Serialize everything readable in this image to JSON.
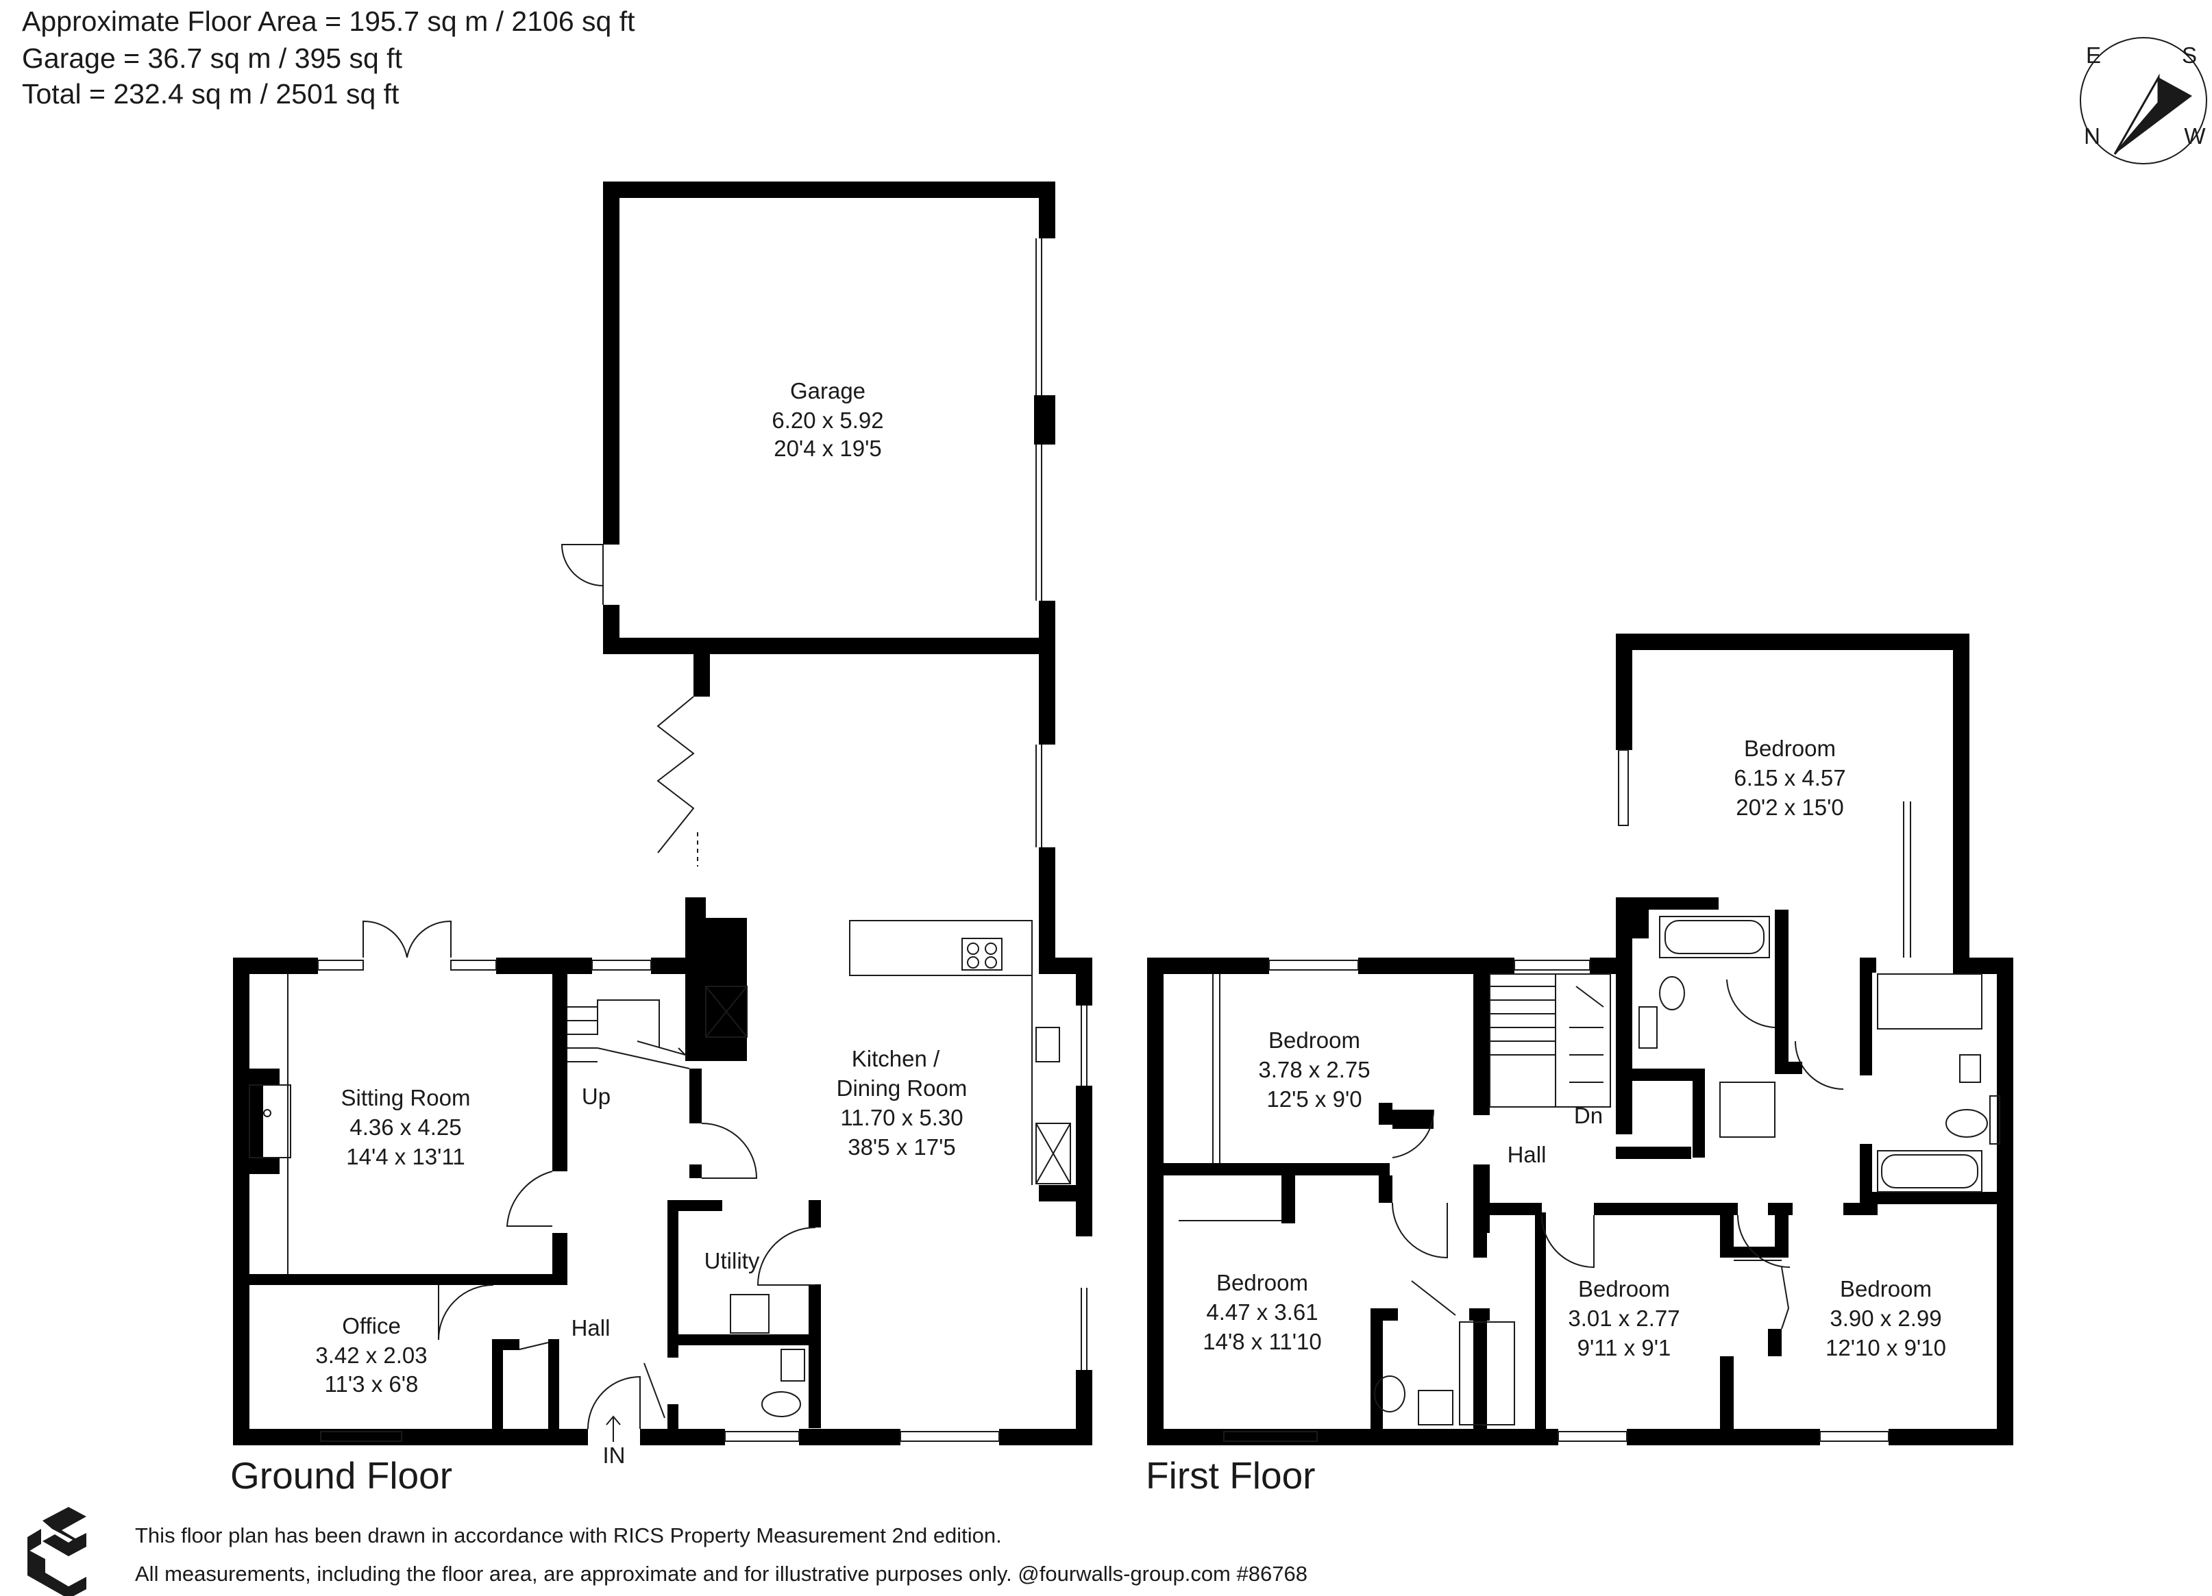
{
  "areas": {
    "approx_floor_area": "Approximate Floor Area = 195.7 sq m / 2106 sq ft",
    "garage": "Garage = 36.7 sq m / 395 sq ft",
    "total": "Total = 232.4 sq m / 2501 sq ft"
  },
  "compass": {
    "e": "E",
    "s": "S",
    "n": "N",
    "w": "W"
  },
  "ground_floor": {
    "label": "Ground Floor",
    "entrance": "IN",
    "stairs": "Up",
    "rooms": {
      "garage": {
        "name": "Garage",
        "metric": "6.20 x 5.92",
        "imperial": "20'4 x 19'5"
      },
      "kitchen": {
        "name1": "Kitchen /",
        "name2": "Dining Room",
        "metric": "11.70 x 5.30",
        "imperial": "38'5 x 17'5"
      },
      "sitting": {
        "name": "Sitting Room",
        "metric": "4.36 x 4.25",
        "imperial": "14'4 x 13'11"
      },
      "office": {
        "name": "Office",
        "metric": "3.42 x 2.03",
        "imperial": "11'3 x 6'8"
      },
      "utility": {
        "name": "Utility"
      },
      "hall": {
        "name": "Hall"
      }
    }
  },
  "first_floor": {
    "label": "First Floor",
    "stairs": "Dn",
    "rooms": {
      "bed_main": {
        "name": "Bedroom",
        "metric": "6.15 x 4.57",
        "imperial": "20'2 x 15'0"
      },
      "bed_2": {
        "name": "Bedroom",
        "metric": "3.78 x 2.75",
        "imperial": "12'5 x 9'0"
      },
      "bed_3": {
        "name": "Bedroom",
        "metric": "4.47 x 3.61",
        "imperial": "14'8 x 11'10"
      },
      "bed_4": {
        "name": "Bedroom",
        "metric": "3.01 x 2.77",
        "imperial": "9'11 x 9'1"
      },
      "bed_5": {
        "name": "Bedroom",
        "metric": "3.90 x 2.99",
        "imperial": "12'10 x 9'10"
      },
      "hall": {
        "name": "Hall"
      }
    }
  },
  "footer": {
    "line1": "This floor plan has been drawn in accordance with RICS Property Measurement 2nd edition.",
    "line2": "All measurements, including the floor area, are approximate and for illustrative purposes only. @fourwalls-group.com #86768"
  },
  "colors": {
    "wall": "#000000",
    "text": "#1a1a1a",
    "background": "#ffffff"
  }
}
